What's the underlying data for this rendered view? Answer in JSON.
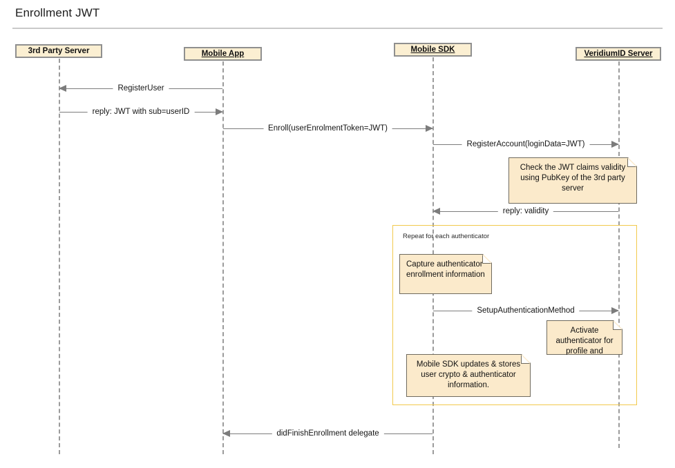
{
  "diagram": {
    "title": "Enrollment JWT",
    "type": "uml-sequence-diagram",
    "colors": {
      "participant_fill": "#fbefd2",
      "participant_border": "#8f8f8f",
      "note_fill": "#fbeacb",
      "note_border": "#6f6a5e",
      "lifeline": "#9b9b9b",
      "message": "#7c7c7c",
      "fragment_border": "#f2c94c",
      "background": "#ffffff"
    }
  },
  "participants": [
    {
      "id": "third-party-server",
      "label": "3rd Party Server",
      "underlined": false
    },
    {
      "id": "mobile-app",
      "label": "Mobile App",
      "underlined": true
    },
    {
      "id": "mobile-sdk",
      "label": "Mobile SDK",
      "underlined": true
    },
    {
      "id": "veridiumid-server",
      "label": "VeridiumID Server",
      "underlined": true
    }
  ],
  "messages": [
    {
      "id": "register-user",
      "label": "RegisterUser",
      "from": "mobile-app",
      "to": "third-party-server",
      "direction": "left"
    },
    {
      "id": "reply-jwt",
      "label": "reply: JWT with sub=userID",
      "from": "third-party-server",
      "to": "mobile-app",
      "direction": "right"
    },
    {
      "id": "enroll",
      "label": "Enroll(userEnrolmentToken=JWT)",
      "from": "mobile-app",
      "to": "mobile-sdk",
      "direction": "right"
    },
    {
      "id": "register-account",
      "label": "RegisterAccount(loginData=JWT)",
      "from": "mobile-sdk",
      "to": "veridiumid-server",
      "direction": "right"
    },
    {
      "id": "reply-validity",
      "label": "reply: validity",
      "from": "veridiumid-server",
      "to": "mobile-sdk",
      "direction": "left"
    },
    {
      "id": "setup-authentication-method",
      "label": "SetupAuthenticationMethod",
      "from": "mobile-sdk",
      "to": "veridiumid-server",
      "direction": "right"
    },
    {
      "id": "did-finish-enrollment",
      "label": "didFinishEnrollment delegate",
      "from": "mobile-sdk",
      "to": "mobile-app",
      "direction": "left"
    }
  ],
  "notes": [
    {
      "id": "note-check-jwt",
      "text": "Check the JWT claims validity using PubKey of the 3rd party server",
      "align": "center",
      "attached_to": "veridiumid-server"
    },
    {
      "id": "note-capture",
      "text": "Capture authenticator enrollment information",
      "align": "left",
      "attached_to": "mobile-sdk"
    },
    {
      "id": "note-activate",
      "text": "Activate authenticator for profile and device",
      "align": "center",
      "attached_to": "veridiumid-server"
    },
    {
      "id": "note-sdk-updates",
      "text": "Mobile SDK updates & stores user crypto & authenticator information.",
      "align": "center",
      "attached_to": "mobile-sdk"
    }
  ],
  "fragments": [
    {
      "id": "fragment-repeat",
      "label": "Repeat for each authenticator"
    }
  ]
}
